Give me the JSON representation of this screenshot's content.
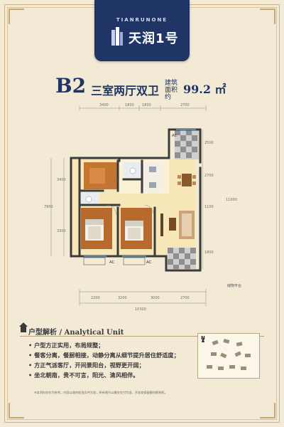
{
  "brand": {
    "name_en": "TIANRUNONE",
    "name_cn": "天润1号"
  },
  "unit": {
    "code": "B2",
    "rooms": "三室两厅双卫",
    "area_label": "建筑面积约",
    "area_value": "99.2 ㎡"
  },
  "dimensions": {
    "top": [
      "3400",
      "1800",
      "1800",
      "2700"
    ],
    "right": [
      "2500",
      "2700",
      "1100",
      "1800",
      "11000"
    ],
    "left": [
      "3400",
      "7800",
      "3300"
    ],
    "bottom": [
      "2200",
      "3200",
      "3000",
      "2700",
      "10300"
    ]
  },
  "floor_labels": {
    "ac_left": "AC",
    "ac_right": "AC",
    "ac_top": "AC",
    "note": "储物平台"
  },
  "analysis": {
    "title": "户型解析 / Analytical Unit",
    "bullets": [
      "• 户型方正实用，布局规整；",
      "• 餐客分离，餐厨相接，动静分离从细节提升居住舒适度；",
      "• 方正气派客厅，开间景阳台，视野更开阔；",
      "• 坐北朝南，贵不可言，阳光、清风相伴。"
    ]
  },
  "compass": {
    "label": "N"
  },
  "footnote": "※本资料仅作为参考，内容以政府批准文件为准，所有细节以最终交付为准，开发商保留最终解释权。",
  "colors": {
    "navy": "#1e3566",
    "beige": "#f3ead6",
    "floor": "#f7e7b8",
    "wood": "#b86a2c",
    "wall": "#3b3b3b"
  }
}
